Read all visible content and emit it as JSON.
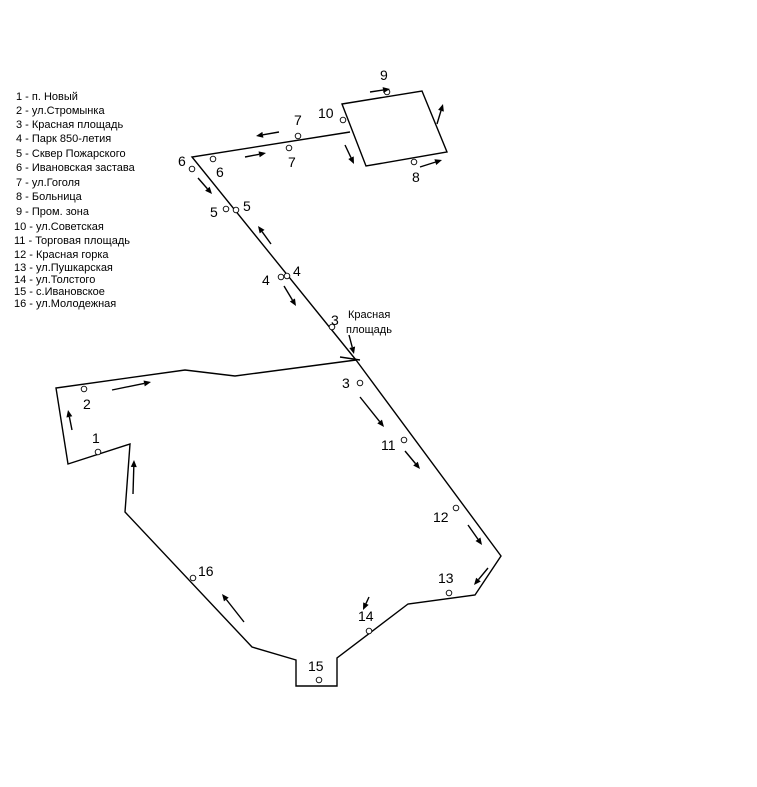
{
  "legend": [
    "1 - п. Новый",
    "2 - ул.Стромынка",
    "3 - Красная площадь",
    "4 - Парк 850-летия",
    "5 - Сквер Пожарского",
    "6 - Ивановская застава",
    "7 - ул.Гоголя",
    "8 - Больница",
    "9 - Пром. зона",
    "10 - ул.Советская",
    "11 - Торговая площадь",
    "12 - Красная горка",
    "13 - ул.Пушкарская",
    "14 - ул.Толстого",
    "15 - с.Ивановское",
    "16 - ул.Молодежная"
  ],
  "place_label": [
    "Красная",
    "площадь"
  ],
  "stop_numbers": {
    "n1": "1",
    "n2": "2",
    "n3a": "3",
    "n3b": "3",
    "n4a": "4",
    "n4b": "4",
    "n5a": "5",
    "n5b": "5",
    "n6a": "6",
    "n6b": "6",
    "n7a": "7",
    "n7b": "7",
    "n8": "8",
    "n9": "9",
    "n10": "10",
    "n11": "11",
    "n12": "12",
    "n13": "13",
    "n14": "14",
    "n15": "15",
    "n16": "16"
  },
  "colors": {
    "line": "#000000",
    "background": "#ffffff"
  }
}
